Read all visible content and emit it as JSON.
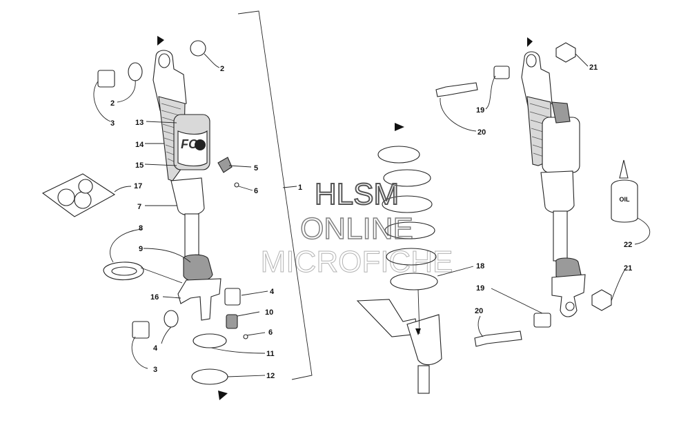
{
  "watermark": {
    "line1": "HLSM",
    "line2": "ONLINE",
    "line3": "MICROFICHE"
  },
  "bottle_label": "OIL",
  "callouts": [
    {
      "id": "c2a",
      "label": "2"
    },
    {
      "id": "c2b",
      "label": "2"
    },
    {
      "id": "c3a",
      "label": "3"
    },
    {
      "id": "c13",
      "label": "13"
    },
    {
      "id": "c14",
      "label": "14"
    },
    {
      "id": "c15",
      "label": "15"
    },
    {
      "id": "c5",
      "label": "5"
    },
    {
      "id": "c6a",
      "label": "6"
    },
    {
      "id": "c17",
      "label": "17"
    },
    {
      "id": "c7",
      "label": "7"
    },
    {
      "id": "c8",
      "label": "8"
    },
    {
      "id": "c9",
      "label": "9"
    },
    {
      "id": "c4a",
      "label": "4"
    },
    {
      "id": "c16",
      "label": "16"
    },
    {
      "id": "c10",
      "label": "10"
    },
    {
      "id": "c6b",
      "label": "6"
    },
    {
      "id": "c4b",
      "label": "4"
    },
    {
      "id": "c11",
      "label": "11"
    },
    {
      "id": "c3b",
      "label": "3"
    },
    {
      "id": "c12",
      "label": "12"
    },
    {
      "id": "c1",
      "label": "1"
    },
    {
      "id": "c18",
      "label": "18"
    },
    {
      "id": "c21a",
      "label": "21"
    },
    {
      "id": "c19a",
      "label": "19"
    },
    {
      "id": "c20a",
      "label": "20"
    },
    {
      "id": "c22",
      "label": "22"
    },
    {
      "id": "c21b",
      "label": "21"
    },
    {
      "id": "c19b",
      "label": "19"
    },
    {
      "id": "c20b",
      "label": "20"
    }
  ]
}
